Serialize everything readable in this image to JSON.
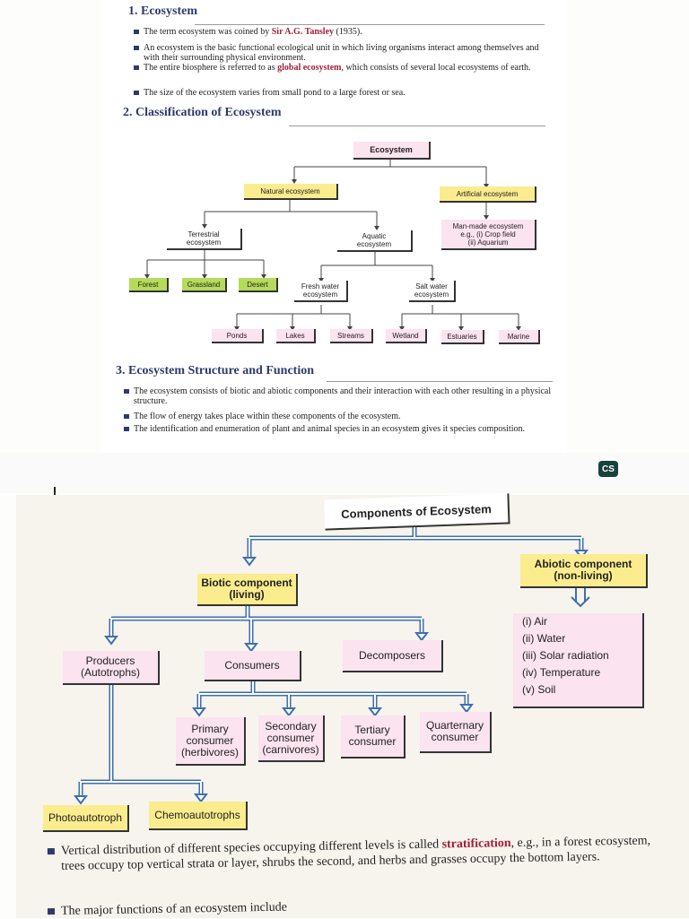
{
  "section1": {
    "heading": "1. Ecosystem",
    "bullets": [
      {
        "before": "The term ecosystem was coined by ",
        "highlight": "Sir A.G. Tansley",
        "after": " (1935)."
      },
      {
        "before": "An ecosystem is the basic functional ecological unit in which living organisms interact among themselves and with their surrounding physical environment.",
        "highlight": "",
        "after": ""
      },
      {
        "before": "The entire biosphere is referred to as ",
        "highlight": "global ecosystem",
        "after": ", which consists of several local ecosystems of earth."
      },
      {
        "before": "The size of the ecosystem varies from small pond to a large forest or sea.",
        "highlight": "",
        "after": ""
      }
    ]
  },
  "section2": {
    "heading": "2. Classification of Ecosystem",
    "chart": {
      "root": "Ecosystem",
      "natural": "Natural ecosystem",
      "artificial": "Artificial ecosystem",
      "manmade": [
        "Man-made ecosystem",
        "e.g., (i) Crop field",
        "(ii) Aquarium"
      ],
      "terrestrial": [
        "Terrestrial",
        "ecosystem"
      ],
      "aquatic": [
        "Aquatic",
        "ecosystem"
      ],
      "forest": "Forest",
      "grassland": "Grassland",
      "desert": "Desert",
      "freshwater": [
        "Fresh water",
        "ecosystem"
      ],
      "saltwater": [
        "Salt water",
        "ecosystem"
      ],
      "ponds": "Ponds",
      "lakes": "Lakes",
      "streams": "Streams",
      "wetland": "Wetland",
      "estuaries": "Estuaries",
      "marine": "Marine"
    }
  },
  "section3": {
    "heading": "3. Ecosystem Structure and Function",
    "bullets": [
      "The ecosystem consists of biotic and abiotic components and their interaction with each other resulting in a physical structure.",
      "The flow of energy takes place within these components of the ecosystem.",
      "The identification and enumeration of plant and animal species in an ecosystem gives it species composition."
    ]
  },
  "badge": "CS",
  "components": {
    "title": "Components of Ecosystem",
    "biotic": [
      "Biotic component",
      "(living)"
    ],
    "abiotic": [
      "Abiotic component",
      "(non-living)"
    ],
    "abiotic_items": [
      "(i) Air",
      "(ii) Water",
      "(iii) Solar radiation",
      "(iv) Temperature",
      "(v) Soil"
    ],
    "producers": [
      "Producers",
      "(Autotrophs)"
    ],
    "consumers": "Consumers",
    "decomposers": "Decomposers",
    "primary": [
      "Primary",
      "consumer",
      "(herbivores)"
    ],
    "secondary": [
      "Secondary",
      "consumer",
      "(carnivores)"
    ],
    "tertiary": [
      "Tertiary",
      "consumer"
    ],
    "quarternary": [
      "Quarternary",
      "consumer"
    ],
    "photo": "Photoautotroph",
    "chemo": "Chemoautotrophs"
  },
  "footer": {
    "bullet1_before": "Vertical distribution of different species occupying different levels is called ",
    "bullet1_highlight": "stratification",
    "bullet1_after": ", e.g., in a forest ecosystem, trees occupy top vertical strata or layer, shrubs the second, and herbs and grasses occupy the bottom layers.",
    "bullet2": "The major functions of an ecosystem include"
  }
}
